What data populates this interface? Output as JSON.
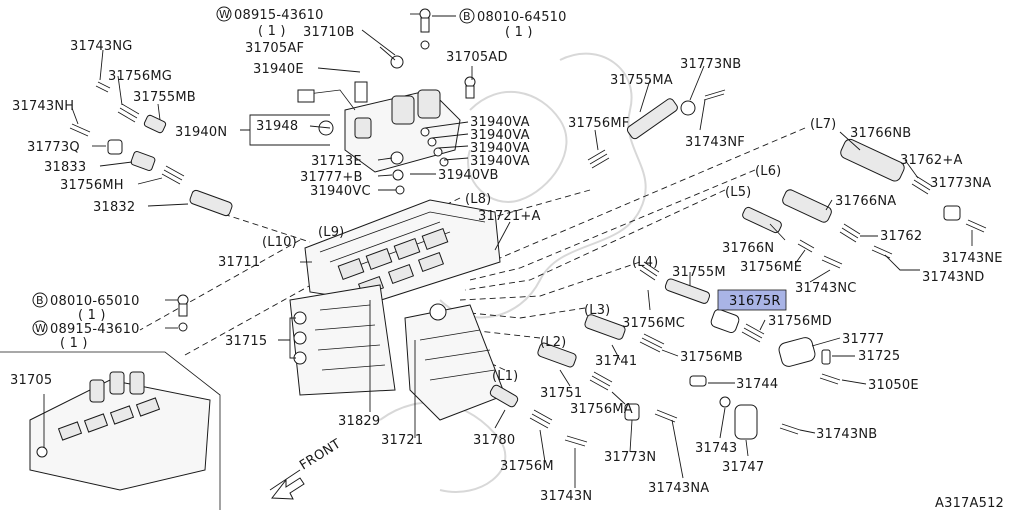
{
  "diagram_id": "A317A512",
  "front_label": "FRONT",
  "highlight_color": "#a9b4e6",
  "labels": [
    {
      "id": "p-08915-43610-top",
      "text": "08915-43610",
      "prefix": "W",
      "qty": "( 1 )"
    },
    {
      "id": "p-08010-64510",
      "text": "08010-64510",
      "prefix": "B",
      "qty": "( 1 )"
    },
    {
      "id": "p-31710b",
      "text": "31710B"
    },
    {
      "id": "p-31705af",
      "text": "31705AF"
    },
    {
      "id": "p-31705ad",
      "text": "31705AD"
    },
    {
      "id": "p-31743ng",
      "text": "31743NG"
    },
    {
      "id": "p-31756mg",
      "text": "31756MG"
    },
    {
      "id": "p-31940e",
      "text": "31940E"
    },
    {
      "id": "p-31773nb",
      "text": "31773NB"
    },
    {
      "id": "p-31755ma",
      "text": "31755MA"
    },
    {
      "id": "p-31743nh",
      "text": "31743NH"
    },
    {
      "id": "p-31755mb",
      "text": "31755MB"
    },
    {
      "id": "p-31940n",
      "text": "31940N"
    },
    {
      "id": "p-31948",
      "text": "31948"
    },
    {
      "id": "p-31940va-1",
      "text": "31940VA"
    },
    {
      "id": "p-31940va-2",
      "text": "31940VA"
    },
    {
      "id": "p-31940va-3",
      "text": "31940VA"
    },
    {
      "id": "p-31940va-4",
      "text": "31940VA"
    },
    {
      "id": "p-31756mf",
      "text": "31756MF"
    },
    {
      "id": "p-31743nf",
      "text": "31743NF"
    },
    {
      "id": "p-l7",
      "text": "(L7)"
    },
    {
      "id": "p-31766nb",
      "text": "31766NB"
    },
    {
      "id": "p-31773q",
      "text": "31773Q"
    },
    {
      "id": "p-31833",
      "text": "31833"
    },
    {
      "id": "p-31756mh",
      "text": "31756MH"
    },
    {
      "id": "p-31713e",
      "text": "31713E"
    },
    {
      "id": "p-31777b",
      "text": "31777+B"
    },
    {
      "id": "p-31940vb",
      "text": "31940VB"
    },
    {
      "id": "p-31940vc",
      "text": "31940VC"
    },
    {
      "id": "p-31762a",
      "text": "31762+A"
    },
    {
      "id": "p-l6",
      "text": "(L6)"
    },
    {
      "id": "p-31773na",
      "text": "31773NA"
    },
    {
      "id": "p-31832",
      "text": "31832"
    },
    {
      "id": "p-l8",
      "text": "(L8)"
    },
    {
      "id": "p-31721a",
      "text": "31721+A"
    },
    {
      "id": "p-l5",
      "text": "(L5)"
    },
    {
      "id": "p-31766na",
      "text": "31766NA"
    },
    {
      "id": "p-l9",
      "text": "(L9)"
    },
    {
      "id": "p-l10",
      "text": "(L10)"
    },
    {
      "id": "p-31766n",
      "text": "31766N"
    },
    {
      "id": "p-31762",
      "text": "31762"
    },
    {
      "id": "p-31711",
      "text": "31711"
    },
    {
      "id": "p-31756me",
      "text": "31756ME"
    },
    {
      "id": "p-31743ne",
      "text": "31743NE"
    },
    {
      "id": "p-l4",
      "text": "(L4)"
    },
    {
      "id": "p-31755m",
      "text": "31755M"
    },
    {
      "id": "p-31743nd",
      "text": "31743ND"
    },
    {
      "id": "p-31743nc",
      "text": "31743NC"
    },
    {
      "id": "p-08010-65010",
      "text": "08010-65010",
      "prefix": "B",
      "qty": "( 1 )"
    },
    {
      "id": "p-31675r",
      "text": "31675R",
      "highlighted": true
    },
    {
      "id": "p-l3",
      "text": "(L3)"
    },
    {
      "id": "p-31756md",
      "text": "31756MD"
    },
    {
      "id": "p-08915-43610-bot",
      "text": "08915-43610",
      "prefix": "W",
      "qty": "( 1 )"
    },
    {
      "id": "p-31756mc",
      "text": "31756MC"
    },
    {
      "id": "p-31777",
      "text": "31777"
    },
    {
      "id": "p-31715",
      "text": "31715"
    },
    {
      "id": "p-l2",
      "text": "(L2)"
    },
    {
      "id": "p-31741",
      "text": "31741"
    },
    {
      "id": "p-31756mb",
      "text": "31756MB"
    },
    {
      "id": "p-31725",
      "text": "31725"
    },
    {
      "id": "p-31705",
      "text": "31705"
    },
    {
      "id": "p-l1",
      "text": "(L1)"
    },
    {
      "id": "p-31744",
      "text": "31744"
    },
    {
      "id": "p-31050e",
      "text": "31050E"
    },
    {
      "id": "p-31751",
      "text": "31751"
    },
    {
      "id": "p-31756ma",
      "text": "31756MA"
    },
    {
      "id": "p-31829",
      "text": "31829"
    },
    {
      "id": "p-31743nb",
      "text": "31743NB"
    },
    {
      "id": "p-31780",
      "text": "31780"
    },
    {
      "id": "p-31721",
      "text": "31721"
    },
    {
      "id": "p-31743",
      "text": "31743"
    },
    {
      "id": "p-31773n",
      "text": "31773N"
    },
    {
      "id": "p-31756m",
      "text": "31756M"
    },
    {
      "id": "p-31747",
      "text": "31747"
    },
    {
      "id": "p-31743na",
      "text": "31743NA"
    },
    {
      "id": "p-31743n",
      "text": "31743N"
    }
  ]
}
